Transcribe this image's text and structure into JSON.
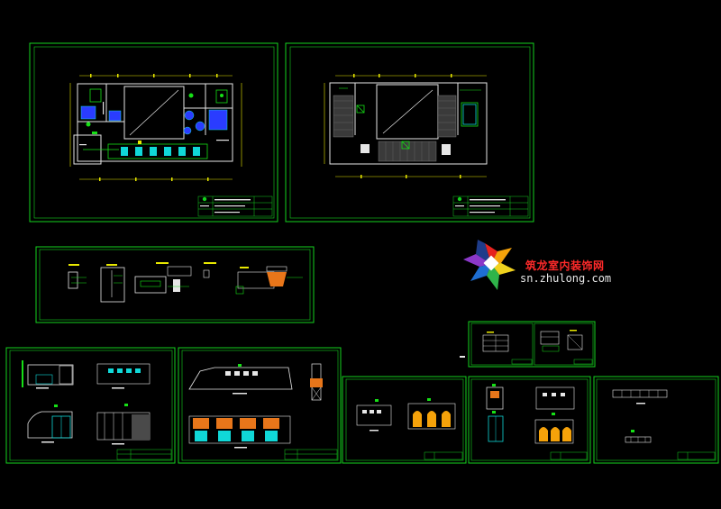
{
  "watermark": {
    "name_cn": "筑龙室内装饰网",
    "url": "sn.zhulong.com"
  },
  "sheets": [
    "floor-plan",
    "ceiling-plan",
    "details-strip",
    "small-detail-sheet",
    "elevation-sheet-a",
    "elevation-sheet-b",
    "elevation-sheet-c",
    "elevation-sheet-d",
    "elevation-sheet-e"
  ],
  "colors": {
    "frame": "#14d21e",
    "cad_green": "#16e016",
    "cad_white": "#e6e6e6",
    "cad_yellow": "#e8e800",
    "cad_cyan": "#10d8d8",
    "cad_blue": "#2a3cff",
    "cad_orange": "#e8761a",
    "logo_red": "#e6221e",
    "logo_orange": "#f5a20a",
    "logo_yellow": "#f0d21e",
    "logo_green": "#2fb44a",
    "logo_blue": "#1e6ed2",
    "logo_purple": "#8a38c8"
  }
}
